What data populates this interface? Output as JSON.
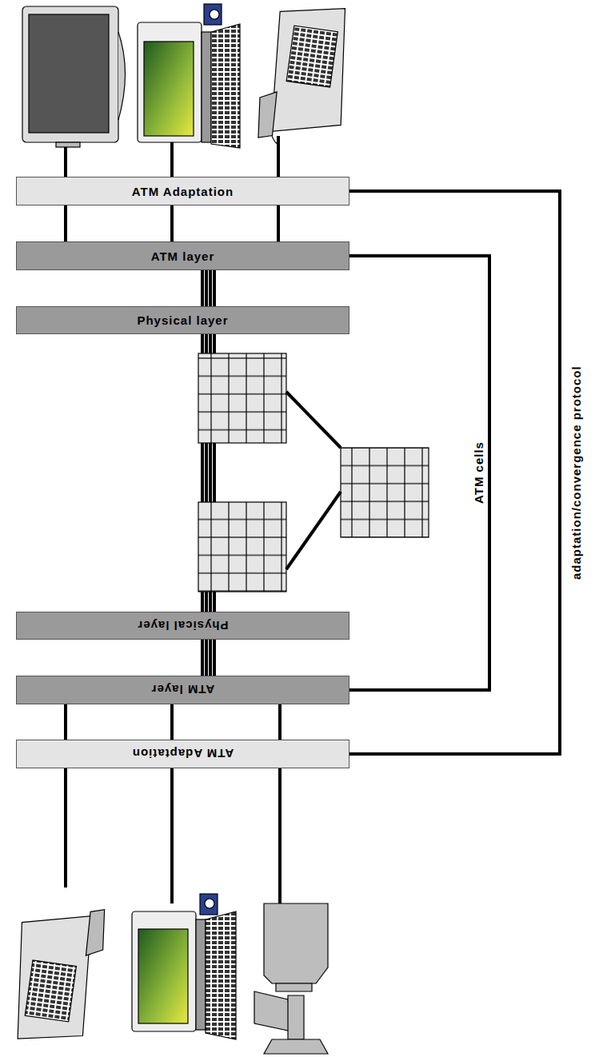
{
  "diagram": {
    "nodes": [
      {
        "text": [
          "ATM Adaptation"
        ]
      },
      {
        "text": [
          "ATM layer"
        ]
      },
      {
        "text": [
          "Physical layer"
        ]
      },
      {
        "text": [
          "Physical layer"
        ]
      },
      {
        "text": [
          "ATM layer"
        ]
      },
      {
        "text": [
          "ATM Adaptation"
        ]
      }
    ],
    "edges": [
      {
        "from": 0,
        "to": 1,
        "arrow": "none"
      },
      {
        "from": 1,
        "to": 2,
        "arrow": "none"
      },
      {
        "from": 3,
        "to": 4,
        "arrow": "none"
      },
      {
        "from": 4,
        "to": 5,
        "arrow": "none"
      },
      {
        "from": 1,
        "to": 4,
        "label": "ATM cells",
        "arrow": "none"
      },
      {
        "from": 0,
        "to": 5,
        "label": "adaptation/convergence protocol",
        "arrow": "none"
      }
    ]
  }
}
